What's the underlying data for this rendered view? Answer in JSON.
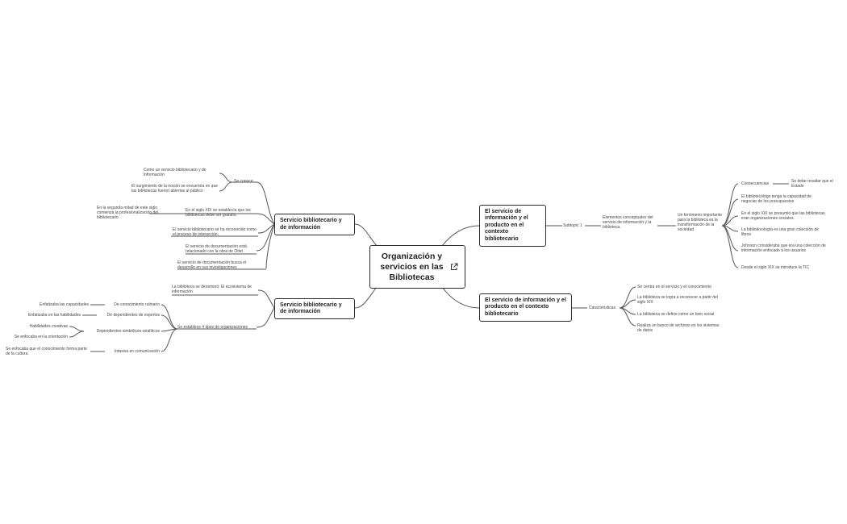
{
  "central": {
    "title_line1": "Organización y",
    "title_line2": "servicios en las",
    "title_line3": "Bibliotecas",
    "link_icon": "external-link-icon"
  },
  "left_top": {
    "title": "Servicio bibliotecario y de información",
    "se_conoce": {
      "label": "Se conoce",
      "children": [
        "Como un servicio bibliotecario y de información",
        "El surgimiento de la noción se encuentra en que las bibliotecas fueron abiertas al público"
      ]
    },
    "siglo_xix": {
      "label": "En el siglo XIX se establecía que los bibliotecas debe ser gratuito.",
      "child": "En la segunda mitad de este siglo comienza la profesionalización del bibliotecario"
    },
    "others": [
      "El servicio bibliotecario se ha reconocido como el proceso de interacción.",
      "El servicio de documentación está relacionado con la obra de Otlet",
      "El servicio de documentación busca el desarrollo en sus investigaciones"
    ]
  },
  "left_bottom": {
    "title": "Servicio bibliotecario y de información",
    "ecosistema": "La biblioteca se denominó: El ecosistema de información",
    "tipos": {
      "label": "Se establece 4 tipos de organizaciones",
      "children": [
        {
          "label": "De conocimiento rutinario",
          "child": "Enfatizaba las capacidades"
        },
        {
          "label": "De dependientes de expertos",
          "child": "Enfatizaba en las habilidades"
        },
        {
          "label": "Dependientes simbólicos-analíticos",
          "children": [
            "Habilidades creativas",
            "Se enfocaba en la orientación"
          ]
        },
        {
          "label": "Intasiva en comunicación",
          "child": "Se enfocaba que el conocimiento forma parte de la cultura."
        }
      ]
    }
  },
  "right_top": {
    "title": "El servicio de información y el producto en el contexto bibliotecario",
    "subtopic": "Subtopic 1",
    "elementos": "Elementos conceptuales del servicio de información y la biblioteca.",
    "fenomeno": "Un fenómeno importante para la biblioteca es la transformación de la sociedad",
    "consecuencias": {
      "label": "Consecuencias",
      "child": "Se debe resaltar que el Estado"
    },
    "items": [
      "El bibliotecólogo tenga la capacidad de negociar de los presupuestos",
      "En el siglo XIX se presumió que las bibliotecas eran organizaciones sociales.",
      "La bibliotecología es una gran colección de libros",
      "Johnson consideraba que era una colección de información enfocado a los usuarios",
      "Desde el siglo XIX se introduce la TIC"
    ]
  },
  "right_bottom": {
    "title": "El servicio  de información y el producto en el contexto bibliotecario",
    "caracteristicas": "Caracteristicas",
    "items": [
      "Se centra en el servicio y el conocimiento",
      "La biblioteca se logra a reconocer a partir del siglo XIX",
      "La biblioteca se define como un bien social",
      "Realiza un banco de archivos en los sistemas de datos"
    ]
  },
  "colors": {
    "line": "#555555",
    "border": "#2b2b2b",
    "text": "#333333"
  }
}
